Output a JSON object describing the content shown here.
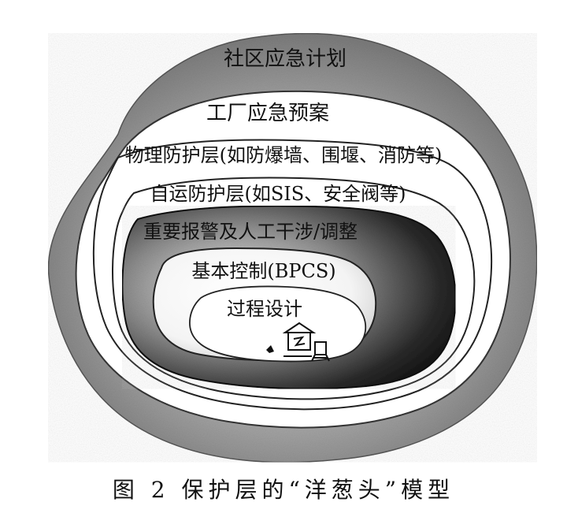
{
  "figure": {
    "caption": "图 2 保护层的“洋葱头”模型",
    "layers": [
      {
        "label": "社区应急计划"
      },
      {
        "label": "工厂应急预案"
      },
      {
        "label": "物理防护层(如防爆墙、围堰、消防等)"
      },
      {
        "label": "自运防护层(如SIS、安全阀等)"
      },
      {
        "label": "重要报警及人工干涉/调整"
      },
      {
        "label": "基本控制(BPCS)"
      },
      {
        "label": "过程设计"
      }
    ],
    "colors": {
      "ink": "#111111",
      "outer_shade": "#8a8a8a",
      "mid_shade": "#bdbdbd",
      "dark_core": "#1a1a1a",
      "paper": "#ffffff"
    },
    "icons": [
      "house-icon",
      "plant-equipment-icon"
    ]
  }
}
